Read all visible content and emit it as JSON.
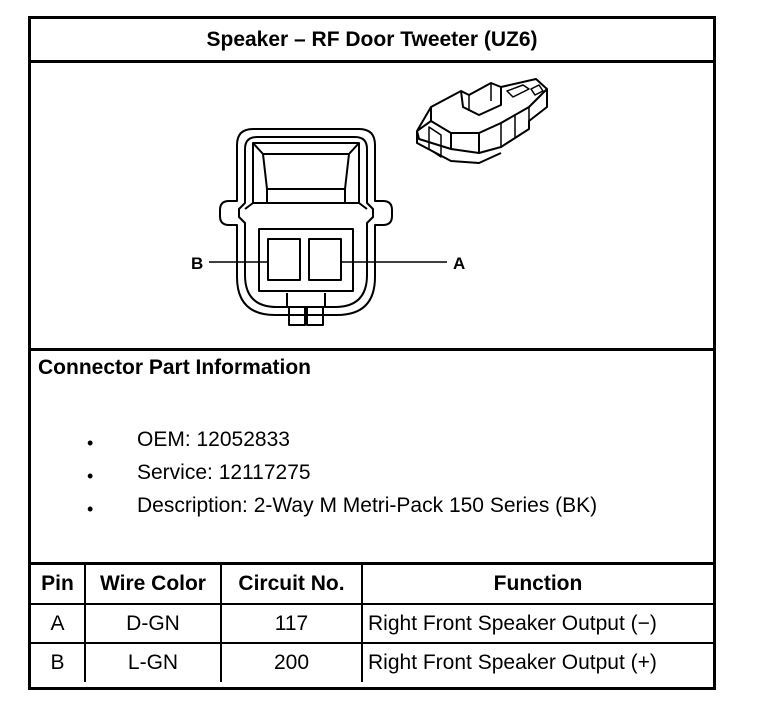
{
  "title": "Speaker – RF Door Tweeter (UZ6)",
  "diagram": {
    "pin_labels": {
      "left": "B",
      "right": "A"
    }
  },
  "connector_info": {
    "heading": "Connector Part Information",
    "items": [
      "OEM: 12052833",
      "Service: 12117275",
      "Description: 2-Way M Metri-Pack 150 Series (BK)"
    ],
    "bullet": "•"
  },
  "pin_table": {
    "headers": [
      "Pin",
      "Wire Color",
      "Circuit No.",
      "Function"
    ],
    "rows": [
      [
        "A",
        "D-GN",
        "117",
        "Right Front Speaker Output (−)"
      ],
      [
        "B",
        "L-GN",
        "200",
        "Right Front Speaker Output (+)"
      ]
    ]
  }
}
